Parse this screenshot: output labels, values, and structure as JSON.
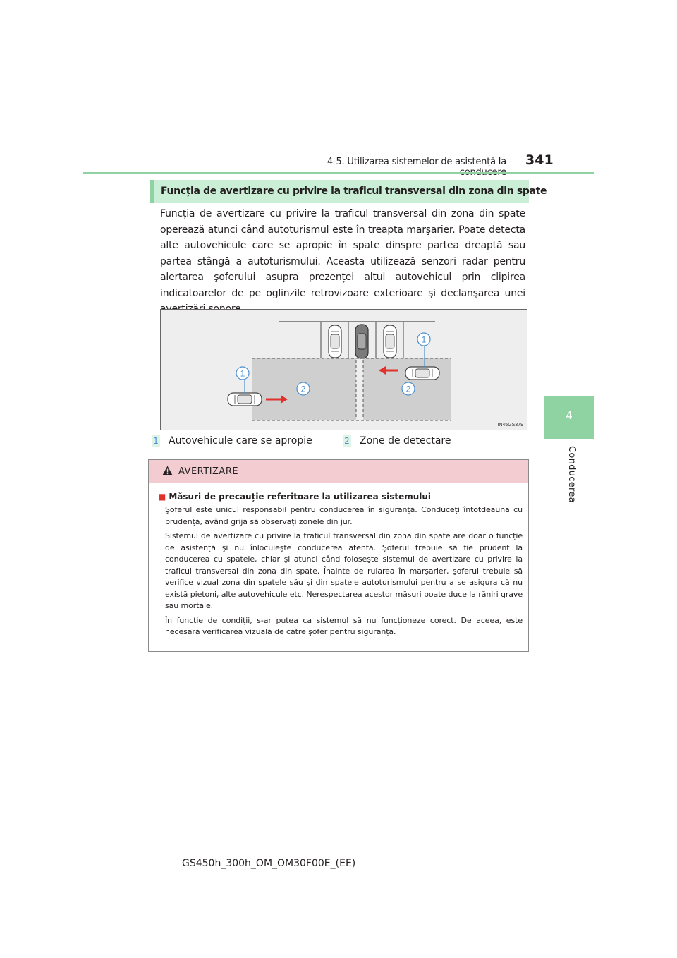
{
  "header": {
    "section": "4-5. Utilizarea sistemelor de asistență la conducere",
    "page_number": "341"
  },
  "side_tab": {
    "number": "4",
    "label": "Conducerea"
  },
  "section_heading": "Funcția de avertizare cu privire la traficul transversal din zona din spate",
  "body_text": "Funcția de avertizare cu privire la traficul transversal din zona din spate operează atunci când autoturismul este în treapta marşarier. Poate detecta alte autovehicule care se apropie în spate dinspre partea dreaptă sau partea stângă a autoturismului. Aceasta utilizează senzori radar pentru alertarea şoferului asupra prezenței altui autovehicul prin clipirea indicatoarelor de pe oglinzile retrovizoare exterioare şi declanşarea unei avertizări sonore.",
  "diagram": {
    "code": "IN45GS379",
    "callouts": [
      "1",
      "1",
      "2",
      "2"
    ]
  },
  "captions": [
    {
      "num": "1",
      "text": "Autovehicule care se apropie"
    },
    {
      "num": "2",
      "text": "Zone de detectare"
    }
  ],
  "warning": {
    "title": "AVERTIZARE",
    "subtitle": "Măsuri de precauție referitoare la utilizarea sistemului",
    "paragraphs": [
      "Şoferul este unicul responsabil pentru conducerea în siguranță. Conduceți întotdeauna cu prudență, având grijă să observați zonele din jur.",
      "Sistemul de avertizare cu privire la traficul transversal din zona din spate are doar o funcție de asistență şi nu înlocuieşte conducerea atentă. Şoferul trebuie să fie prudent la conducerea cu spatele, chiar şi atunci când foloseşte sistemul de avertizare cu privire la traficul transversal din zona din spate. Înainte de rularea în marşarier, şoferul trebuie să verifice vizual zona din spatele său şi din spatele autoturismului pentru a se asigura că nu există pietoni, alte autovehicule etc. Nerespectarea acestor măsuri poate duce la răniri grave sau mortale.",
      "În funcție de condiții, s-ar putea ca sistemul să nu funcționeze corect. De aceea, este necesară verificarea vizuală de către şofer pentru siguranță."
    ]
  },
  "footer": "GS450h_300h_OM_OM30F00E_(EE)",
  "colors": {
    "accent_green": "#8fd3a2",
    "heading_bg": "#cbeed6",
    "warning_bg": "#f2ccd0",
    "callout_blue": "#4b8fd0",
    "arrow_red": "#e0312b"
  }
}
